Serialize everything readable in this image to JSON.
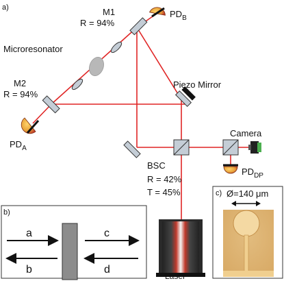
{
  "panel_a": {
    "letter": "a)",
    "m1": {
      "name": "M1",
      "reflectivity": "R = 94%"
    },
    "m2": {
      "name": "M2",
      "reflectivity": "R = 94%"
    },
    "microresonator": "Microresonator",
    "piezo_mirror": "Piezo Mirror",
    "camera": "Camera",
    "pd_b": {
      "base": "PD",
      "sub": "B"
    },
    "pd_a": {
      "base": "PD",
      "sub": "A"
    },
    "pd_dp": {
      "base": "PD",
      "sub": "DP"
    },
    "bsc": {
      "name": "BSC",
      "reflectivity": "R = 42%",
      "transmission": "T = 45%"
    },
    "laser": "Laser"
  },
  "panel_b": {
    "letter": "b)",
    "arrows": {
      "a": "a",
      "b": "b",
      "c": "c",
      "d": "d"
    }
  },
  "panel_c": {
    "letter": "c)",
    "diameter": "Ø=140 μm"
  },
  "colors": {
    "beam": "#e02424",
    "optic_fill": "#c4cdd6",
    "optic_stroke": "#333333",
    "detector_orange": "#e8a23a",
    "detector_dark": "#c0392b",
    "chip_bg": "#d9b27a",
    "chip_disk": "#f2d8a6"
  }
}
